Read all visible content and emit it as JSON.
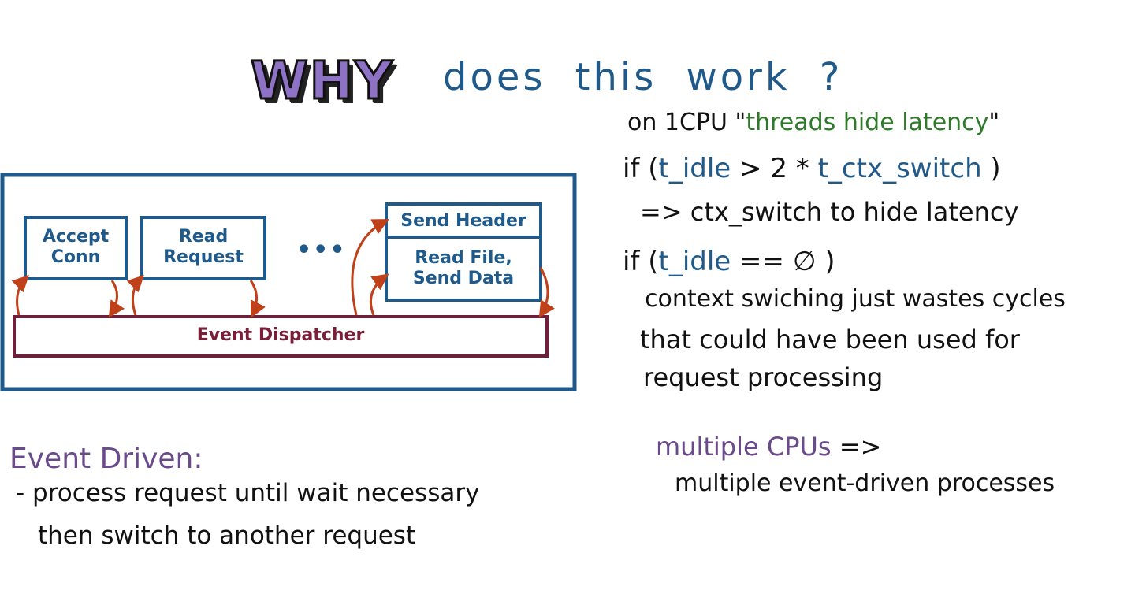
{
  "title": {
    "emphasis": "WHY",
    "rest": "does this work ?"
  },
  "right_notes": {
    "line1_prefix": "on 1CPU \"",
    "line1_quote": "threads hide latency",
    "line1_suffix": "\"",
    "if1_open": "if (",
    "if1_var": "t_idle",
    "if1_op": " > 2 * ",
    "if1_var2": "t_ctx_switch",
    "if1_close": " )",
    "then1": "=> ctx_switch to hide latency",
    "if2_open": "if (",
    "if2_var": "t_idle",
    "if2_op": " == ∅ )",
    "explain_l1": "context swiching just wastes cycles",
    "explain_l2": "that could have been used for",
    "explain_l3": "request processing",
    "multi_label": "multiple CPUs",
    "multi_arrow": " =>",
    "multi_text": "multiple event-driven processes"
  },
  "left_notes": {
    "heading": "Event Driven:",
    "bullet_l1": "- process request until wait necessary",
    "bullet_l2": "then switch to another request"
  },
  "diagram": {
    "boxes": {
      "accept": "Accept\nConn",
      "read": "Read\nRequest",
      "send_header": "Send Header",
      "read_file": "Read File,\nSend Data"
    },
    "ellipsis": "•••",
    "dispatcher": "Event Dispatcher",
    "colors": {
      "box_border": "#1f5a8a",
      "dispatcher_border": "#6e1f3a",
      "arrow": "#c0401a"
    }
  }
}
